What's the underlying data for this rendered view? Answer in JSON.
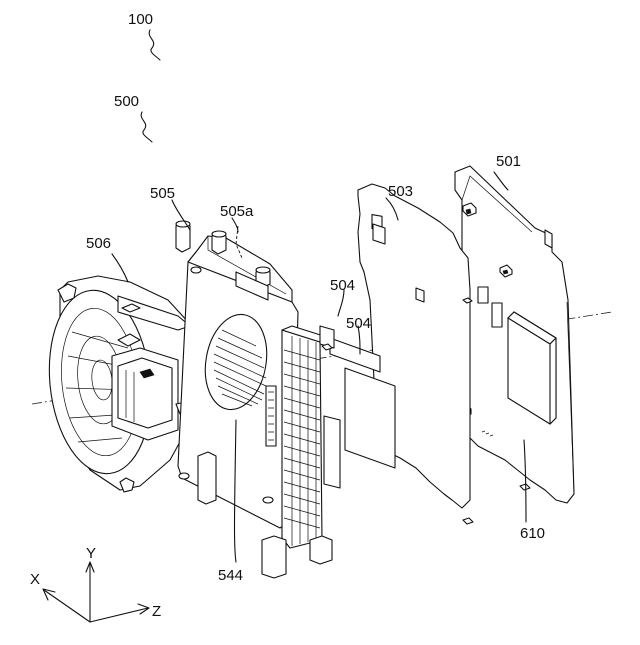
{
  "labels": {
    "assembly_100": "100",
    "module_500": "500",
    "board_501": "501",
    "sheet_503": "503",
    "pad_504_upper": "504",
    "pad_504_lower": "504",
    "bracket_505": "505",
    "bracket_505a": "505a",
    "fan_506": "506",
    "opening_544": "544",
    "chip_610": "610"
  },
  "axes": {
    "y": "Y",
    "x": "X",
    "z": "Z"
  }
}
